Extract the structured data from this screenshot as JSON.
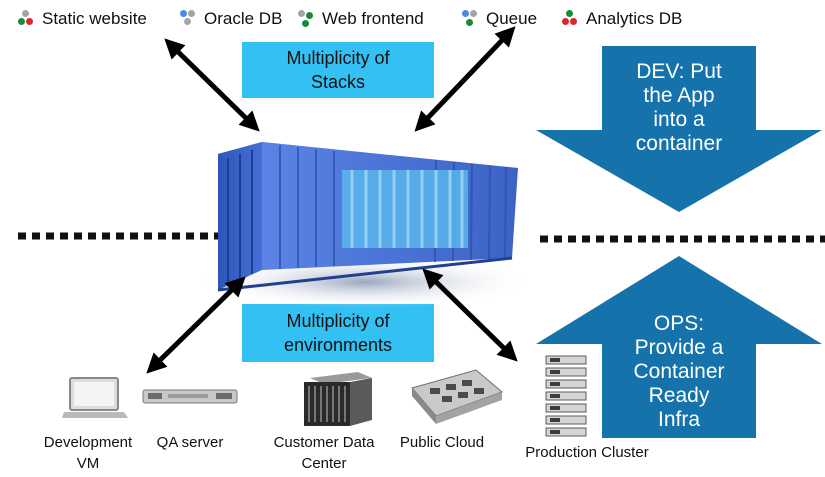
{
  "stacks": {
    "items": [
      {
        "label": "Static website",
        "icon": "tri-dot-cluster-icon"
      },
      {
        "label": "Oracle DB",
        "icon": "tri-dot-cluster-icon"
      },
      {
        "label": "Web frontend",
        "icon": "tri-dot-cluster-icon"
      },
      {
        "label": "Queue",
        "icon": "tri-dot-cluster-icon"
      },
      {
        "label": "Analytics DB",
        "icon": "tri-dot-cluster-icon"
      }
    ]
  },
  "boxes": {
    "stacks_line1": "Multiplicity of",
    "stacks_line2": "Stacks",
    "envs_line1": "Multiplicity of",
    "envs_line2": "environments"
  },
  "dev_arrow": {
    "line1": "DEV: Put",
    "line2": "the App",
    "line3": "into a",
    "line4": "container"
  },
  "ops_arrow": {
    "line1": "OPS:",
    "line2": "Provide a",
    "line3": "Container",
    "line4": "Ready",
    "line5": "Infra"
  },
  "environments": {
    "dev_line1": "Development",
    "dev_line2": "VM",
    "qa": "QA server",
    "customer_line1": "Customer Data",
    "customer_line2": "Center",
    "public": "Public Cloud",
    "production": "Production Cluster"
  },
  "colors": {
    "label_box": "#33c0f2",
    "big_arrow": "#1572ab",
    "container": "#3b63c8",
    "dot_red": "#d9262b",
    "dot_green": "#1a8a3a",
    "dot_grey": "#a5a5a5",
    "dot_blue": "#4a8be0"
  }
}
